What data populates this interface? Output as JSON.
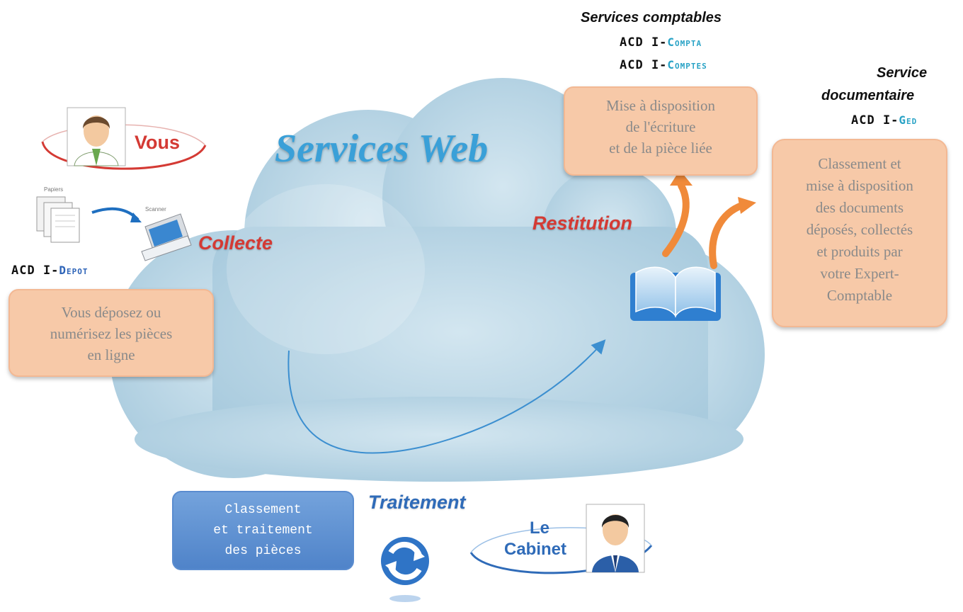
{
  "title": "Services Web",
  "colors": {
    "cloud": "#b9d6e6",
    "peach": "#f7c9a8",
    "red_label": "#d43a34",
    "blue_label": "#2f6bb8",
    "arrow_orange": "#f08a3a",
    "arrow_blue": "#3c8fd0"
  },
  "user": {
    "label": "Vous",
    "icon": "user-avatar-icon"
  },
  "collecte": {
    "label": "Collecte",
    "paper_caption": "Papiers",
    "scanner_caption": "Scanner",
    "product_prefix": "ACD I-",
    "product_suffix": "Depot",
    "box_text": [
      "Vous déposez ou",
      "numérisez les pièces",
      "en ligne"
    ]
  },
  "services_comptables": {
    "title": "Services comptables",
    "line1_prefix": "ACD I-",
    "line1_suffix": "Compta",
    "line2_prefix": "ACD I-",
    "line2_suffix": "Comptes",
    "box_text": [
      "Mise à disposition",
      "de l'écriture",
      "et de la pièce liée"
    ]
  },
  "service_documentaire": {
    "title_line1": "Service",
    "title_line2": "documentaire",
    "product_prefix": "ACD I-",
    "product_suffix": "Ged",
    "box_text": [
      "Classement et",
      "mise à disposition",
      "des documents",
      "déposés, collectés",
      "et produits par",
      "votre Expert-",
      "Comptable"
    ]
  },
  "restitution": {
    "label": "Restitution",
    "icon": "open-book-icon"
  },
  "traitement": {
    "label": "Traitement",
    "box_text": [
      "Classement",
      "et traitement",
      "des pièces"
    ],
    "icon": "refresh-cycle-icon"
  },
  "cabinet": {
    "line1": "Le",
    "line2": "Cabinet",
    "icon": "businessman-avatar-icon"
  }
}
